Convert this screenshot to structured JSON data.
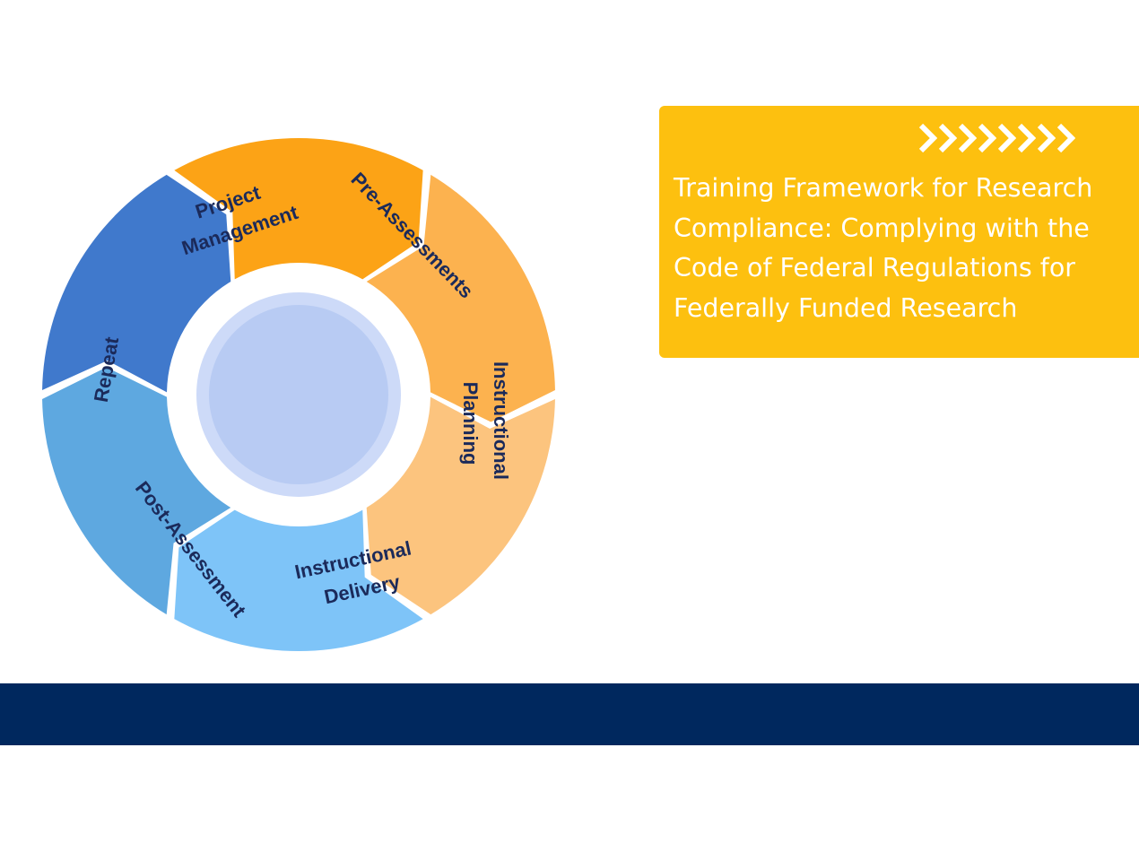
{
  "diagram": {
    "segments": [
      {
        "id": "pre-assessments",
        "label_lines": [
          "Pre-Assessments"
        ],
        "color": "#fcb24f"
      },
      {
        "id": "instructional-planning",
        "label_lines": [
          "Instructional",
          "Planning"
        ],
        "color": "#fcc47e"
      },
      {
        "id": "instructional-delivery",
        "label_lines": [
          "Instructional",
          "Delivery"
        ],
        "color": "#7ec4f8"
      },
      {
        "id": "post-assessment",
        "label_lines": [
          "Post-Assessment"
        ],
        "color": "#5ea8e0"
      },
      {
        "id": "repeat",
        "label_lines": [
          "Repeat"
        ],
        "color": "#4079cc"
      },
      {
        "id": "project-management",
        "label_lines": [
          "Project",
          "Management"
        ],
        "color": "#fca316"
      }
    ],
    "center_color": "#b8cbf3",
    "center_ring_color": "#cddaf8"
  },
  "title_box": {
    "title": "Training Framework for Research Compliance: Complying with the Code of Federal Regulations for Federally Funded Research",
    "chevron_icon": "chevron-right-icon",
    "chevron_count": 8,
    "background": "#fdc00f"
  },
  "footer": {
    "color": "#00285e"
  }
}
